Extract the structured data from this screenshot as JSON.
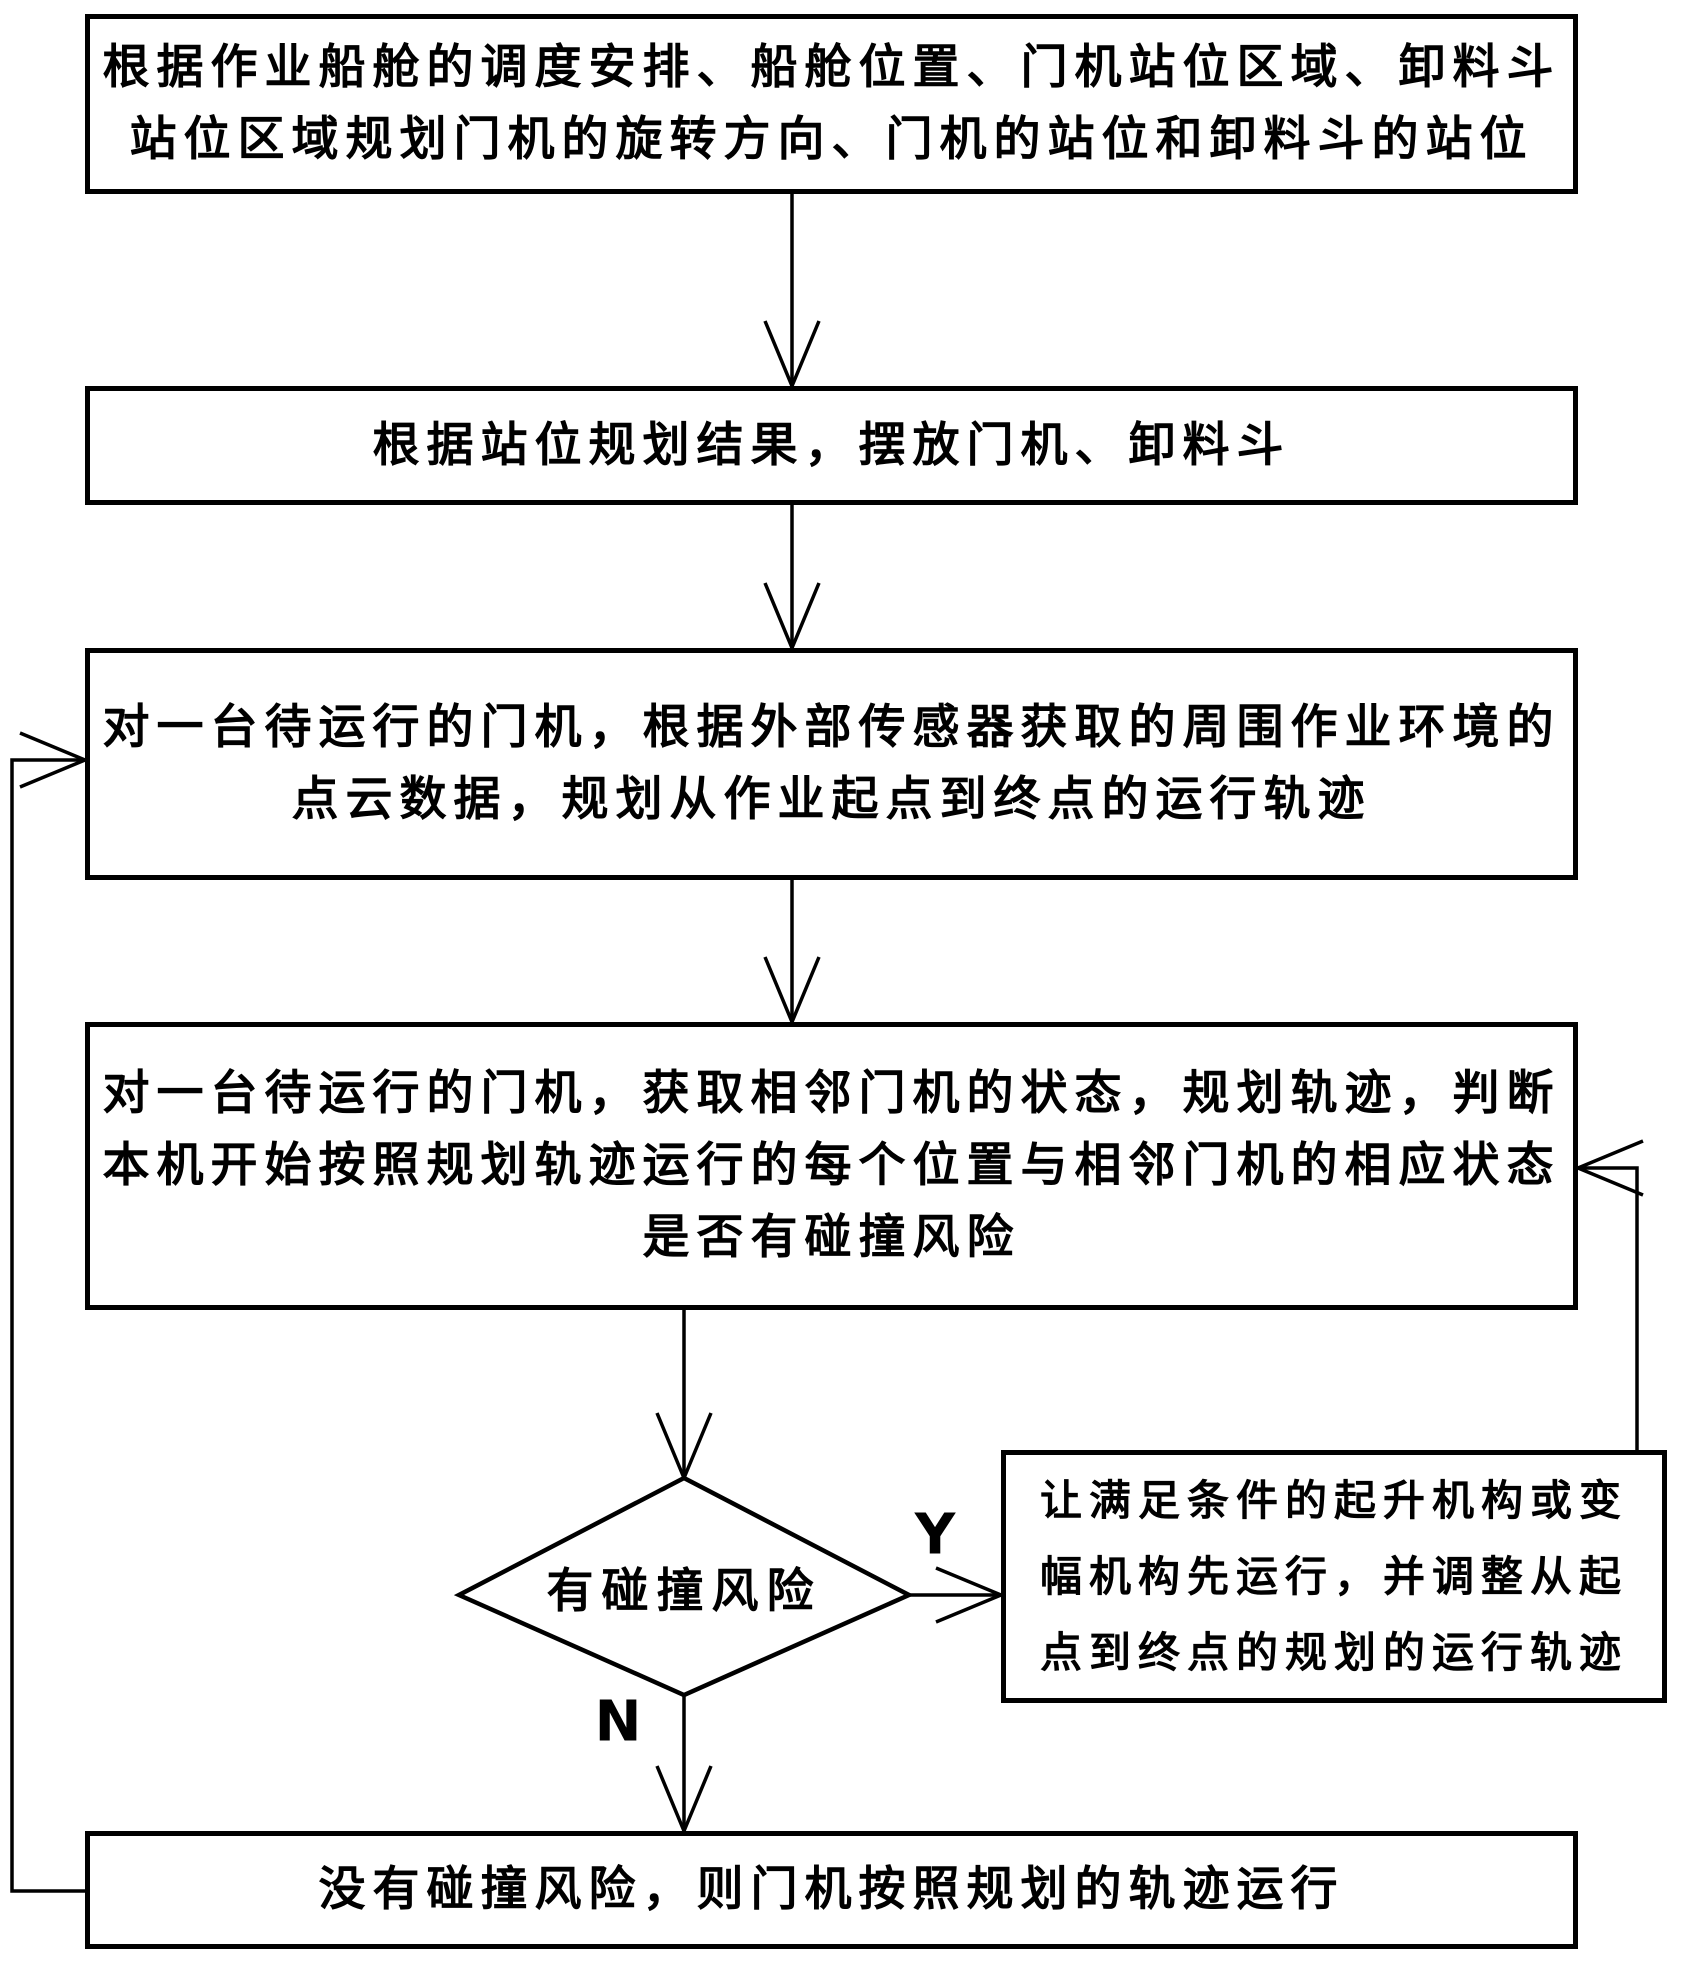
{
  "page": {
    "background": "#ffffff",
    "ink": "#000000"
  },
  "flowchart": {
    "nodes": {
      "step1": {
        "shape": "process",
        "text": "根据作业船舱的调度安排、船舱位置、门机站位区域、卸料斗\n站位区域规划门机的旋转方向、门机的站位和卸料斗的站位"
      },
      "step2": {
        "shape": "process",
        "text": "根据站位规划结果，摆放门机、卸料斗"
      },
      "step3": {
        "shape": "process",
        "text": "对一台待运行的门机，根据外部传感器获取的周围作业环境的\n点云数据，规划从作业起点到终点的运行轨迹"
      },
      "step4": {
        "shape": "process",
        "text": "对一台待运行的门机，获取相邻门机的状态，规划轨迹，判断\n本机开始按照规划轨迹运行的每个位置与相邻门机的相应状态\n是否有碰撞风险"
      },
      "decision": {
        "shape": "decision",
        "text": "有碰撞风险"
      },
      "yes_action": {
        "shape": "process",
        "text": "让满足条件的起升机构或变\n幅机构先运行，并调整从起\n点到终点的规划的运行轨迹"
      },
      "no_action": {
        "shape": "process",
        "text": "没有碰撞风险，则门机按照规划的轨迹运行"
      }
    },
    "branch_labels": {
      "yes": "Y",
      "no": "N"
    }
  }
}
